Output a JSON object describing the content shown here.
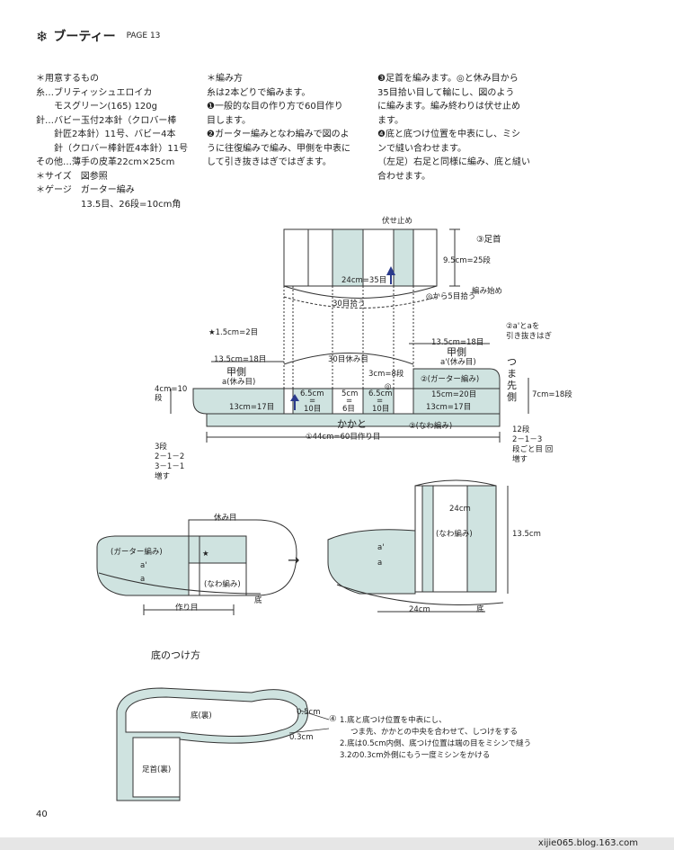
{
  "header": {
    "title": "ブーティー",
    "page_ref": "PAGE 13",
    "icon": "snowflake-icon"
  },
  "materials": {
    "lines": [
      "＊用意するもの",
      "糸…ブリティッシュエロイカ",
      "　　モスグリーン(165) 120g",
      "針…バビー玉付2本針（クロバー棒",
      "　　針匠2本針）11号、バビー4本",
      "　　針（クロバー棒針匠4本針）11号",
      "その他…薄手の皮革22cm×25cm",
      "＊サイズ　図参照",
      "＊ゲージ　ガーター編み",
      "　　　　　13.5目、26段=10cm角"
    ]
  },
  "method": {
    "lines": [
      "＊編み方",
      "糸は2本どりで編みます。",
      "❶一般的な目の作り方で60目作り",
      "目します。",
      "❷ガーター編みとなわ編みで図のよ",
      "うに往復編みで編み、甲側を中表に",
      "して引き抜きはぎではぎます。"
    ]
  },
  "method2": {
    "lines": [
      "❸足首を編みます。◎と休み目から",
      "35目拾い目して輪にし、図のよう",
      "に編みます。編み終わりは伏せ止め",
      "ます。",
      "❹底と底つけ位置を中表にし、ミシ",
      "ンで縫い合わせます。",
      "（左足）右足と同様に編み、底と縫い",
      "合わせます。"
    ]
  },
  "diagram1": {
    "bind_off": "伏せ止め",
    "ankle_label": "③足首",
    "ankle_height": "9.5cm=25段",
    "ankle_width": "24cm=35目",
    "ankle_pickup": "30目拾う",
    "pickup_from": "◎から5目拾う",
    "start": "編み始め",
    "star_note": "★1.5cm=2目",
    "left_width": "13.5cm=18目",
    "rest_30": "30目休み目",
    "right_width": "13.5cm=18目",
    "instep_left": "甲側",
    "instep_left_sub": "a(休み目)",
    "instep_right": "甲側",
    "instep_right_sub": "a'(休み目)",
    "pull_note": "②a'とaを\n引き抜きはぎ",
    "toe_label": "つま先側",
    "garter": "②(ガーター編み)",
    "left_bottom": "13cm=17目",
    "seg1_top": "6.5cm",
    "seg1_bottom": "10目",
    "seg2_top": "5cm",
    "seg2_bottom": "6目",
    "seg3_top": "6.5cm",
    "seg3_bottom": "10目",
    "eq": "=",
    "right_15": "15cm=20目",
    "right_bottom": "13cm=17目",
    "right_3cm": "3cm=8段",
    "circle": "◎",
    "toe_height": "7cm=18段",
    "left_height": "4cm=10段",
    "heel": "かかと",
    "cable": "②(なわ編み)",
    "cast_on": "①44cm=60目作り目",
    "left_inc": "3段\n2－1－2\n3－1－1\n増す",
    "right_inc": "12段\n2－1－3\n段ごと目 回\n増す"
  },
  "diagram2": {
    "rest": "休み目",
    "garter": "(ガーター編み)",
    "cable": "(なわ編み)",
    "sole": "底",
    "cast_on": "作り目",
    "a_prime": "a'",
    "a": "a",
    "star": "★",
    "arrow": "→",
    "r_height_top": "24cm",
    "r_cable": "(なわ編み)",
    "r_height": "13.5cm",
    "r_length": "24cm",
    "r_sole": "底"
  },
  "attach": {
    "heading": "底のつけ方",
    "sole_back": "底(裏)",
    "ankle_back": "足首(裏)",
    "m05": "0.5cm",
    "m03": "0.3cm",
    "step_num": "④",
    "steps": [
      "1.底と底つけ位置を中表にし、",
      "つま先、かかとの中央を合わせて、しつけをする",
      "2.底は0.5cm内側、底つけ位置は端の目をミシンで縫う",
      "3.2の0.3cm外側にもう一度ミシンをかける"
    ]
  },
  "page_number": "40",
  "footer_url": "xijie065.blog.163.com",
  "colors": {
    "fill": "#cfe3e0",
    "line": "#333333",
    "accent": "#2a3a8c"
  }
}
